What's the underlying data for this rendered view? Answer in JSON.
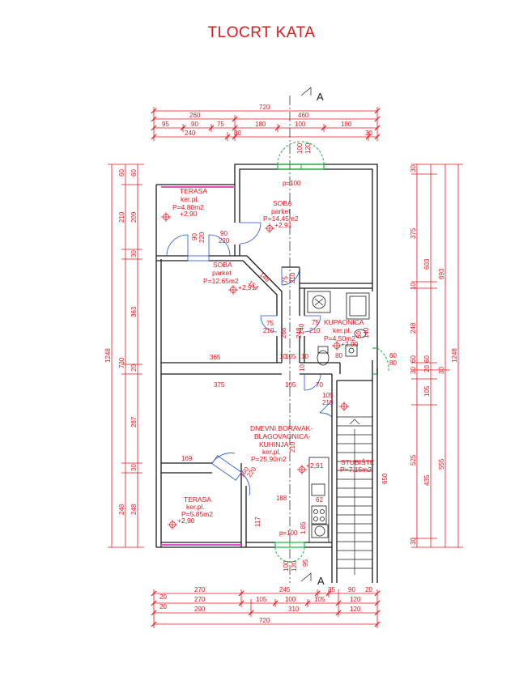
{
  "title": "TLOCRT KATA",
  "section_marks": [
    "A",
    "A"
  ],
  "rooms": [
    {
      "name": "TERASA",
      "floor": "ker.pl.",
      "area": "P=4.80m2",
      "level": "+2,90"
    },
    {
      "name": "SOBA",
      "floor": "parket",
      "area": "P=14.45m2",
      "level": "+2,91"
    },
    {
      "name": "SOBA",
      "floor": "parket",
      "area": "P=12.65m2",
      "level": "+2,91"
    },
    {
      "name": "KUPAONICA",
      "floor": "ker.pl.",
      "area": "P=4.50m2",
      "level": "+2,90"
    },
    {
      "name_lines": [
        "DNEVNI BORAVAK-",
        "BLAGOVAONICA-",
        "KUHINJA"
      ],
      "floor": "ker.pl.",
      "area": "P=25.90m2",
      "level": "+2,91"
    },
    {
      "name": "STUBIŠTE",
      "area": "P=7.15m2"
    },
    {
      "name": "TERASA",
      "floor": "ker.pl.",
      "area": "P=5.85m2",
      "level": "+2,90"
    }
  ],
  "top_dims": {
    "row1": [
      "720"
    ],
    "row2": [
      "260",
      "460"
    ],
    "row3": [
      "95",
      "90",
      "75",
      "180",
      "100",
      "180"
    ],
    "row4": [
      "240",
      "30",
      "30"
    ]
  },
  "bottom_dims": {
    "row1": [
      "270",
      "245",
      "35",
      "90",
      "20"
    ],
    "row2": [
      "270",
      "105",
      "100",
      "105",
      "120"
    ],
    "row3": [
      "290",
      "310",
      "120"
    ],
    "row4": [
      "720"
    ],
    "small": [
      "20",
      "20"
    ]
  },
  "left_dims": {
    "outer": "1248",
    "mid": "730",
    "inner": [
      "60",
      "210",
      "363",
      "287",
      "248"
    ],
    "inner2": [
      "60",
      "209",
      "30",
      "20",
      "30",
      "248"
    ]
  },
  "right_dims": {
    "outer": "1248",
    "mid": [
      "693",
      "555"
    ],
    "inner": [
      "375",
      "603",
      "525",
      "248",
      "435",
      "650",
      "105"
    ],
    "small": [
      "30",
      "10",
      "20",
      "30",
      "60",
      "30",
      "30",
      "60"
    ]
  },
  "interior_dims": [
    "365",
    "375",
    "10",
    "105",
    "10",
    "105",
    "169",
    "188",
    "146",
    "154",
    "62",
    "117",
    "70",
    "80",
    "60",
    "80",
    "1.85",
    "240",
    "10",
    "95"
  ],
  "openings": [
    {
      "w": "100",
      "h": "120"
    },
    {
      "w": "90",
      "h": "220"
    },
    {
      "w": "90",
      "h": "220"
    },
    {
      "w": "75",
      "h": "210"
    },
    {
      "w": "75",
      "h": "210"
    },
    {
      "w": "75",
      "h": "210"
    },
    {
      "w": "105",
      "h": "210"
    },
    {
      "w": "160",
      "h": "220"
    },
    {
      "w": "100",
      "h": "120"
    },
    {
      "w": "60",
      "h": "140"
    },
    {
      "w": "75",
      "h": "210"
    }
  ],
  "sills": [
    "p=100",
    "p=100"
  ],
  "heights": [
    "268",
    "248",
    "210"
  ],
  "colors": {
    "red": "#e8141c",
    "green": "#19b33a",
    "magenta": "#e050c8",
    "black": "#1a1a1a"
  }
}
